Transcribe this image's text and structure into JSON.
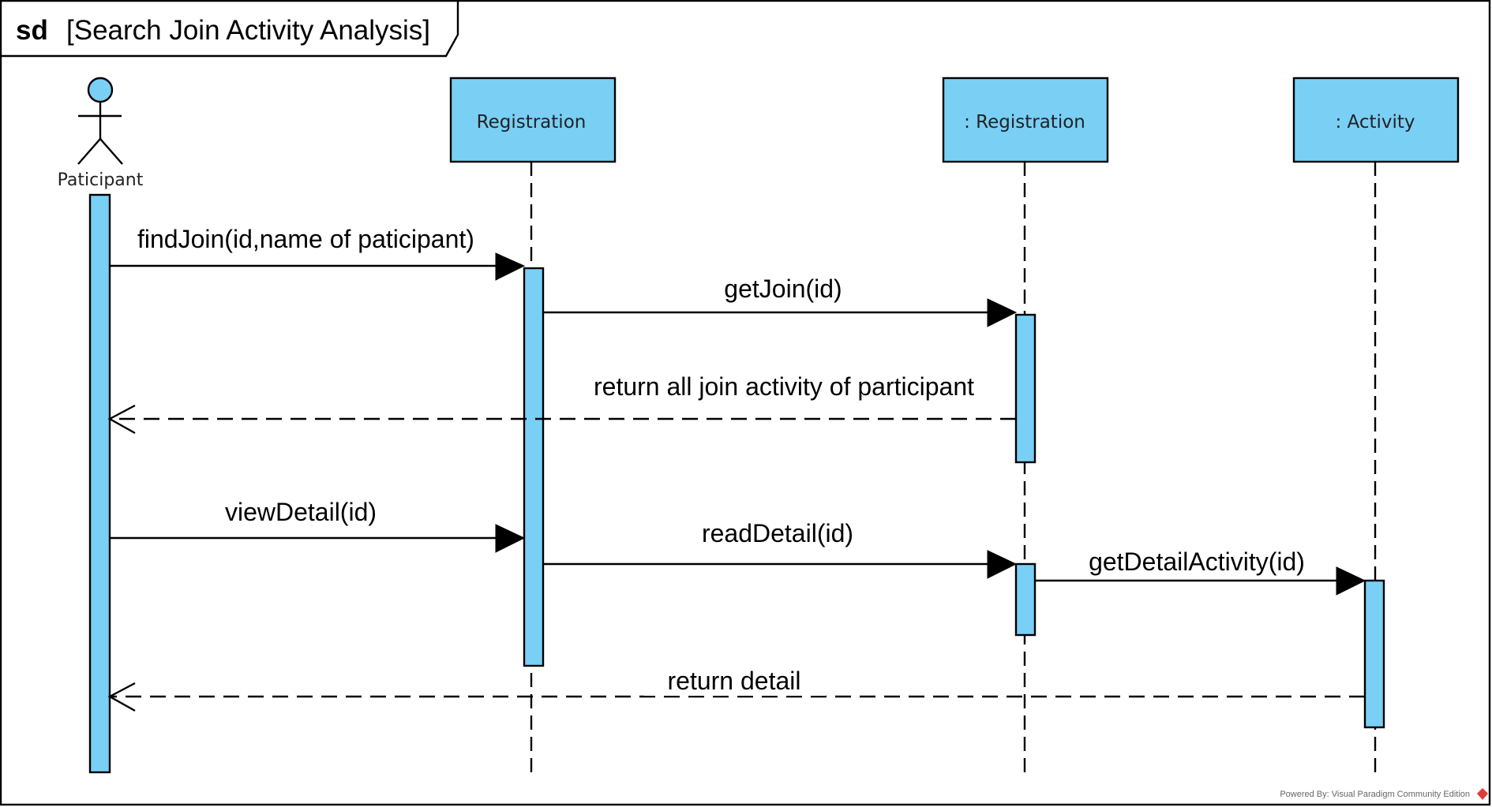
{
  "frame": {
    "keyword": "sd",
    "title": "[Search Join Activity Analysis]"
  },
  "actor": {
    "label": "Paticipant"
  },
  "lifelines": [
    {
      "label": "Registration"
    },
    {
      "label": ": Registration"
    },
    {
      "label": ": Activity"
    }
  ],
  "messages": [
    {
      "label": "findJoin(id,name of paticipant)",
      "kind": "synchronous"
    },
    {
      "label": "getJoin(id)",
      "kind": "synchronous"
    },
    {
      "label": "return all join activity of participant",
      "kind": "return"
    },
    {
      "label": "viewDetail(id)",
      "kind": "synchronous"
    },
    {
      "label": "readDetail(id)",
      "kind": "synchronous"
    },
    {
      "label": "getDetailActivity(id)",
      "kind": "synchronous"
    },
    {
      "label": "return detail",
      "kind": "return"
    }
  ],
  "footer": {
    "text": "Powered By:  Visual Paradigm Community Edition"
  },
  "colors": {
    "lifeline_fill": "#7acff5",
    "stroke": "#000000"
  }
}
